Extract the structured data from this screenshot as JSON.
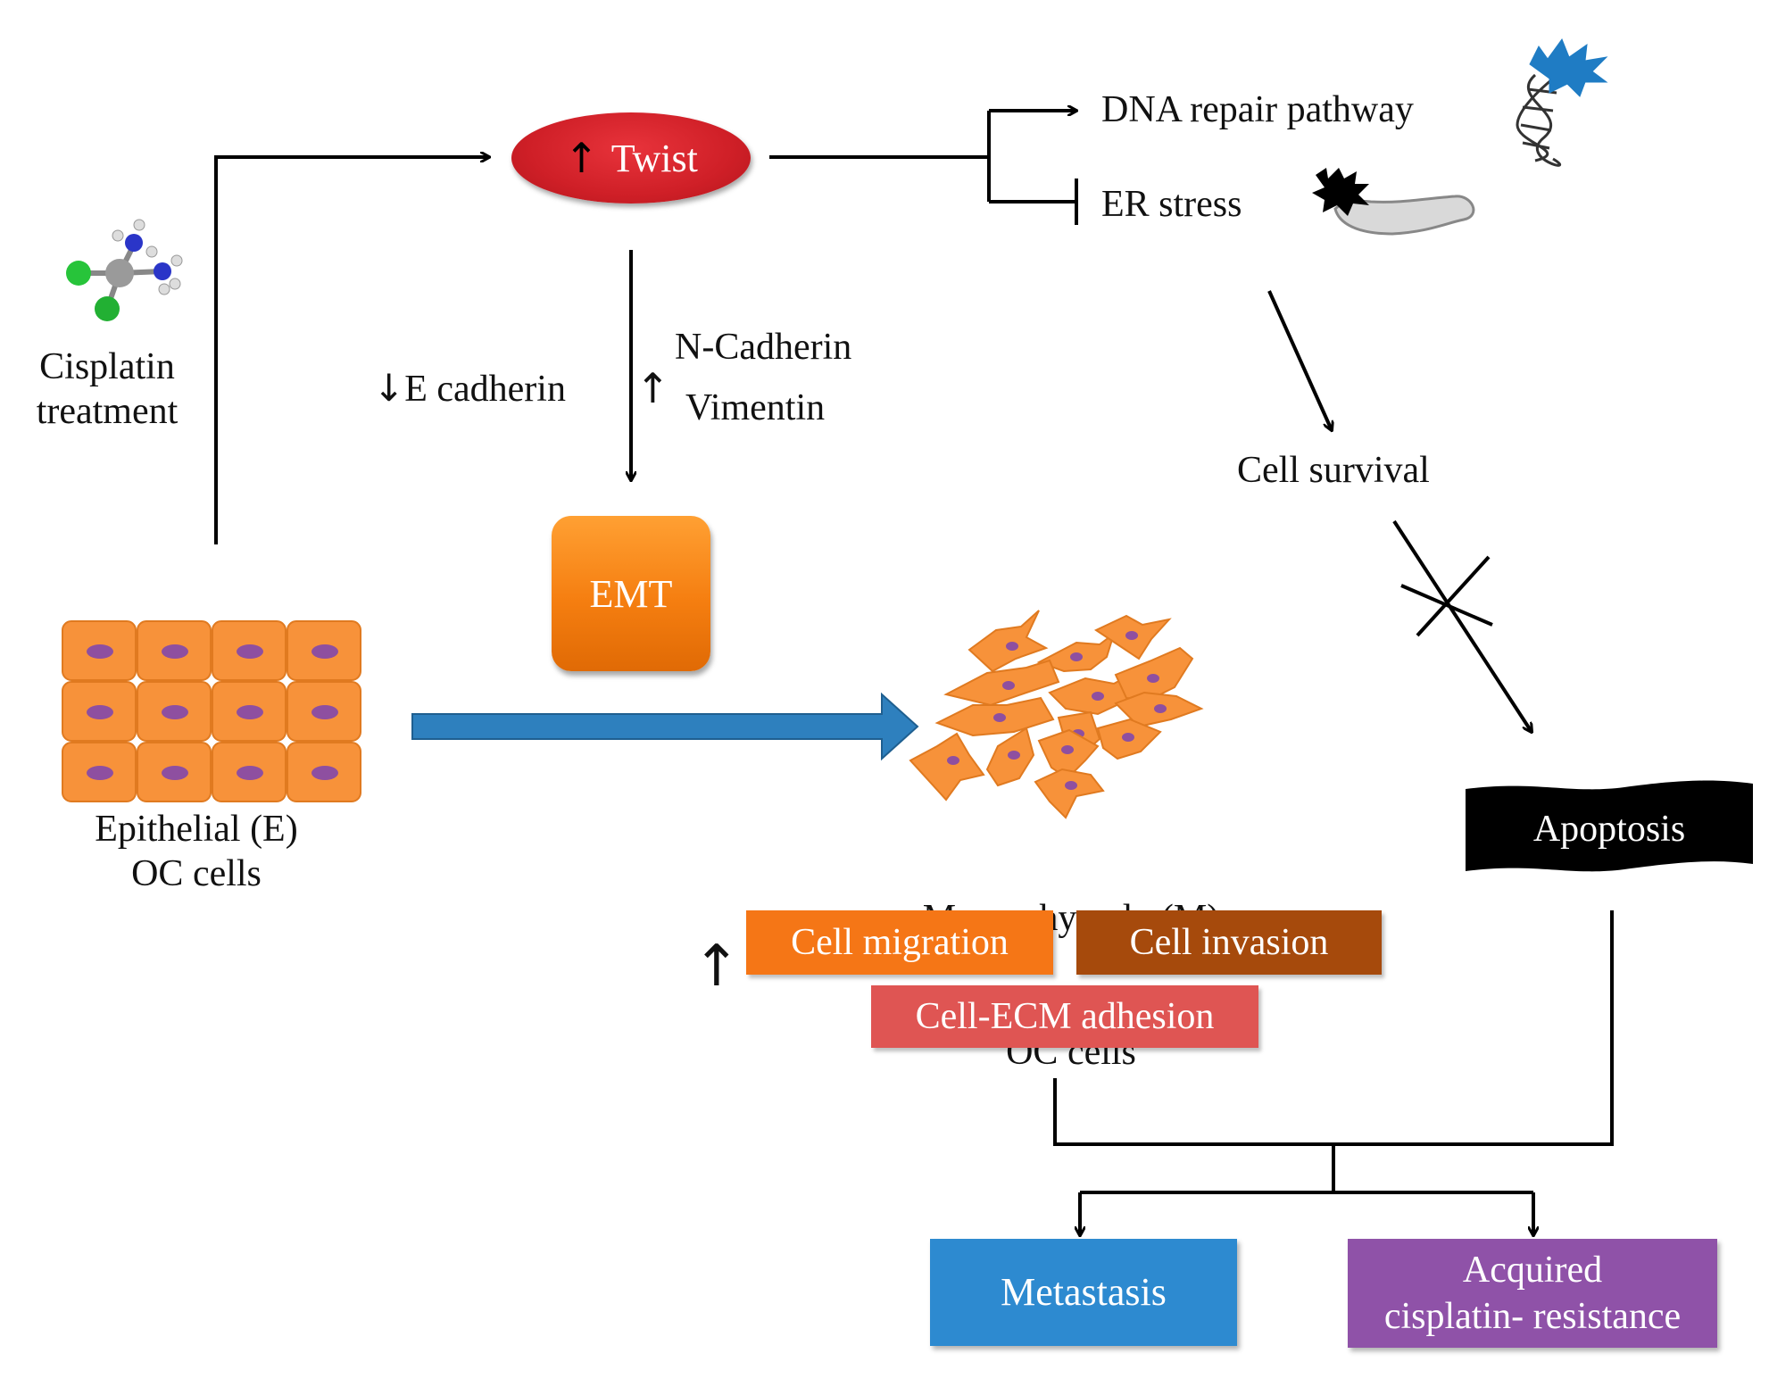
{
  "cisplatin": {
    "line1": "Cisplatin",
    "line2": "treatment"
  },
  "twist": {
    "arrow": "↑",
    "label": "Twist"
  },
  "dna_repair": "DNA repair pathway",
  "er_stress": "ER stress",
  "e_cadherin": {
    "arrow": "↓",
    "label": "E cadherin"
  },
  "n_cadherin_group": {
    "arrow": "↑",
    "line1": "N-Cadherin",
    "line2": "Vimentin"
  },
  "emt": "EMT",
  "cell_survival": "Cell survival",
  "epithelial": {
    "line1": "Epithelial (E)",
    "line2": "OC cells"
  },
  "mesenchymal": {
    "line1": "Mesenchymal   (M)",
    "line2": "OC cells"
  },
  "apoptosis": "Apoptosis",
  "up_arrow_glyph": "↑",
  "cell_migration": "Cell migration",
  "cell_invasion": "Cell invasion",
  "cell_ecm": "Cell-ECM adhesion",
  "metastasis": "Metastasis",
  "acquired": {
    "line1": "Acquired",
    "line2": "cisplatin- resistance"
  },
  "colors": {
    "twist": "#cf1f27",
    "emt": "#f57e10",
    "epithelial_cell": "#f7923a",
    "nucleus": "#8e4fa0",
    "flow_arrow": "#2e80be",
    "cell_migration": "#f57616",
    "cell_invasion": "#a64a0c",
    "cell_ecm": "#df5553",
    "metastasis": "#2d8ad0",
    "acquired": "#8f52a8",
    "apoptosis": "#000000"
  },
  "icons": [
    "cisplatin-molecule-icon",
    "dna-damage-icon",
    "er-stress-icon",
    "epithelial-cells-icon",
    "mesenchymal-cells-icon",
    "emt-flow-arrow"
  ]
}
